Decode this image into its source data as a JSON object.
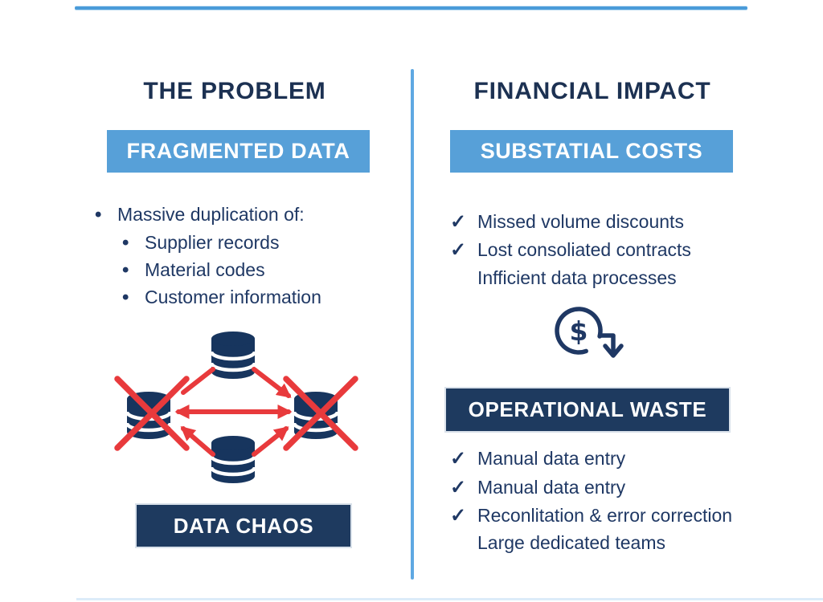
{
  "colors": {
    "navy_text": "#1F3864",
    "title_navy": "#1C3152",
    "light_blue_banner": "#57A0D8",
    "dark_navy_banner": "#1E3A5F",
    "divider_blue": "#5FA8E2",
    "arrow_red": "#E83A3C",
    "database_navy": "#17355E"
  },
  "left_column": {
    "title": "THE PROBLEM",
    "banner_label": "FRAGMENTED DATA",
    "bullet_glyph": "•",
    "main_bullet": "Massive duplication of:",
    "sub_bullets": [
      "Supplier records",
      "Material codes",
      "Customer information"
    ],
    "chaos_banner_label": "DATA CHAOS"
  },
  "right_column": {
    "title": "FINANCIAL IMPACT",
    "banner_label": "SUBSTATIAL COSTS",
    "cost_items": [
      {
        "glyph": "✓",
        "text": "Missed volume discounts"
      },
      {
        "glyph": "✓",
        "text": "Lost consoliated contracts"
      },
      {
        "glyph": "",
        "text": "Infficient data processes"
      }
    ],
    "dollar_symbol": "$",
    "waste_banner_label": "OPERATIONAL WASTE",
    "waste_items": [
      {
        "glyph": "✓",
        "text": "Manual data entry"
      },
      {
        "glyph": "✓",
        "text": "Manual data entry"
      },
      {
        "glyph": "✓",
        "text": "Reconlitation & error correction"
      },
      {
        "glyph": "",
        "text": "Large dedicated teams"
      }
    ]
  }
}
